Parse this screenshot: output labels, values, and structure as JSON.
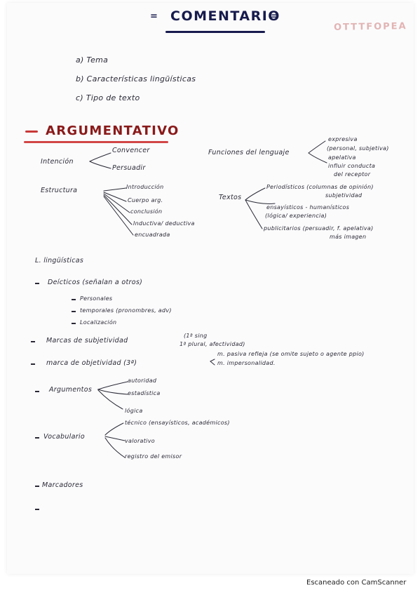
{
  "title": "COMENTARIO",
  "intro_items": [
    "a) Tema",
    "b) Características lingüísticas",
    "c) Tipo de texto"
  ],
  "section_heading": "ARGUMENTATIVO",
  "intencion": {
    "label": "Intención",
    "items": [
      "Convencer",
      "Persuadir"
    ]
  },
  "estructura": {
    "label": "Estructura",
    "items": [
      "Introducción",
      "Cuerpo arg.",
      "conclusión",
      "Inductiva/ deductiva",
      "encuadrada"
    ]
  },
  "funciones": {
    "label": "Funciones del lenguaje",
    "items": [
      "expresiva",
      "(personal, subjetiva)",
      "apelativa",
      "influir conducta",
      "del receptor"
    ]
  },
  "textos": {
    "label": "Textos",
    "items": [
      {
        "text": "Periodísticos (columnas de opinión)",
        "note": "subjetividad"
      },
      {
        "text": "ensayísticos - humanísticos",
        "note": "(lógica/ experiencia)"
      },
      {
        "text": "publicitarios (persuadir, f. apelativa)",
        "note": "más imagen"
      }
    ]
  },
  "lingu": {
    "label": "L. lingüísticas",
    "deicticos": {
      "label": "Deícticos (señalan a otros)",
      "items": [
        "Personales",
        "temporales (pronombres, adv)",
        "Localización"
      ]
    },
    "subjetividad": {
      "label": "Marcas de subjetividad",
      "notes": [
        "(1ª sing",
        "1ª plural, afectividad)"
      ]
    },
    "objetividad": {
      "label": "marca de objetividad (3ª)",
      "notes": [
        "m. pasiva refleja (se omite sujeto o agente ppio)",
        "m. impersonalidad."
      ]
    },
    "argumentos": {
      "label": "Argumentos",
      "items": [
        "autoridad",
        "estadística",
        "lógica"
      ]
    },
    "vocabulario": {
      "label": "Vocabulario",
      "items": [
        "técnico (ensayísticos, académicos)",
        "valorativo",
        "registro del emisor"
      ]
    },
    "marcadores": "Marcadores"
  },
  "footer": "Escaneado con CamScanner"
}
